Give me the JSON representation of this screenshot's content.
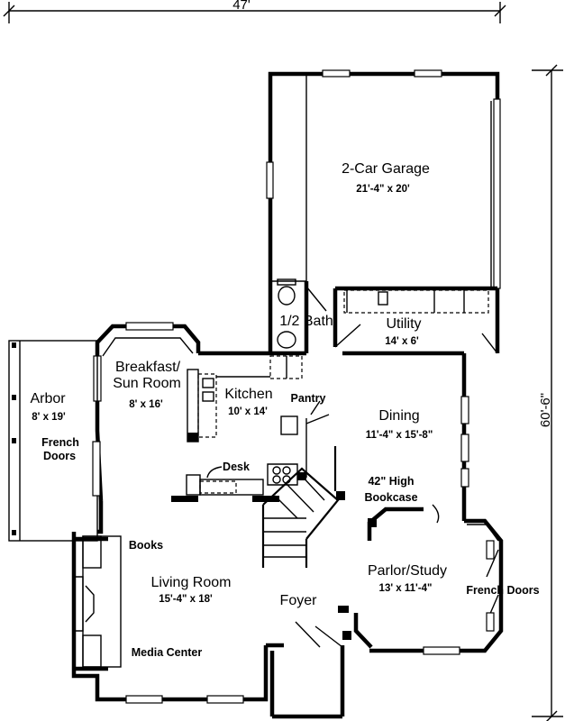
{
  "dimensions": {
    "width": "47'",
    "depth": "60'-6\""
  },
  "rooms": {
    "garage": {
      "name": "2-Car Garage",
      "size": "21'-4\" x 20'"
    },
    "half_bath": {
      "name": "1/2 Bath"
    },
    "utility": {
      "name": "Utility",
      "size": "14' x 6'"
    },
    "breakfast": {
      "name_line1": "Breakfast/",
      "name_line2": "Sun Room",
      "size": "8' x 16'"
    },
    "kitchen": {
      "name": "Kitchen",
      "size": "10' x 14'"
    },
    "pantry": {
      "name": "Pantry"
    },
    "dining": {
      "name": "Dining",
      "size": "11'-4\" x 15'-8\""
    },
    "arbor": {
      "name": "Arbor",
      "size": "8' x 19'"
    },
    "living": {
      "name": "Living Room",
      "size": "15'-4\" x 18'"
    },
    "parlor": {
      "name": "Parlor/Study",
      "size": "13' x 11'-4\""
    },
    "foyer": {
      "name": "Foyer"
    }
  },
  "notes": {
    "french_doors_left_line1": "French",
    "french_doors_left_line2": "Doors",
    "desk": "Desk",
    "bookcase_line1": "42\" High",
    "bookcase_line2": "Bookcase",
    "books": "Books",
    "media_center": "Media Center",
    "french_doors_right": "French Doors"
  }
}
